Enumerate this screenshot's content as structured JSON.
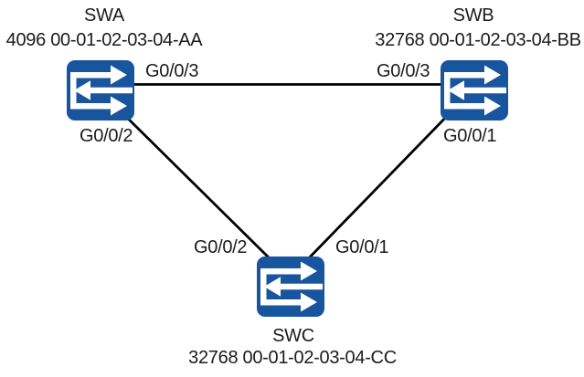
{
  "diagram_type": "network-topology",
  "switches": [
    {
      "name": "SWA",
      "bridge_id": "4096 00-01-02-03-04-AA",
      "ports": [
        "G0/0/3",
        "G0/0/2"
      ]
    },
    {
      "name": "SWB",
      "bridge_id": "32768 00-01-02-03-04-BB",
      "ports": [
        "G0/0/3",
        "G0/0/1"
      ]
    },
    {
      "name": "SWC",
      "bridge_id": "32768 00-01-02-03-04-CC",
      "ports": [
        "G0/0/2",
        "G0/0/1"
      ]
    }
  ],
  "links": [
    {
      "from": "SWA",
      "from_port": "G0/0/3",
      "to": "SWB",
      "to_port": "G0/0/3"
    },
    {
      "from": "SWA",
      "from_port": "G0/0/2",
      "to": "SWC",
      "to_port": "G0/0/2"
    },
    {
      "from": "SWB",
      "from_port": "G0/0/1",
      "to": "SWC",
      "to_port": "G0/0/1"
    }
  ],
  "icons": {
    "switch": "ethernet-switch-icon"
  },
  "colors": {
    "switch_fill": "#18559F",
    "arrow": "#FFFFFF",
    "link_line": "#000000",
    "text": "#1B1B1B",
    "background": "#FFFFFF"
  }
}
